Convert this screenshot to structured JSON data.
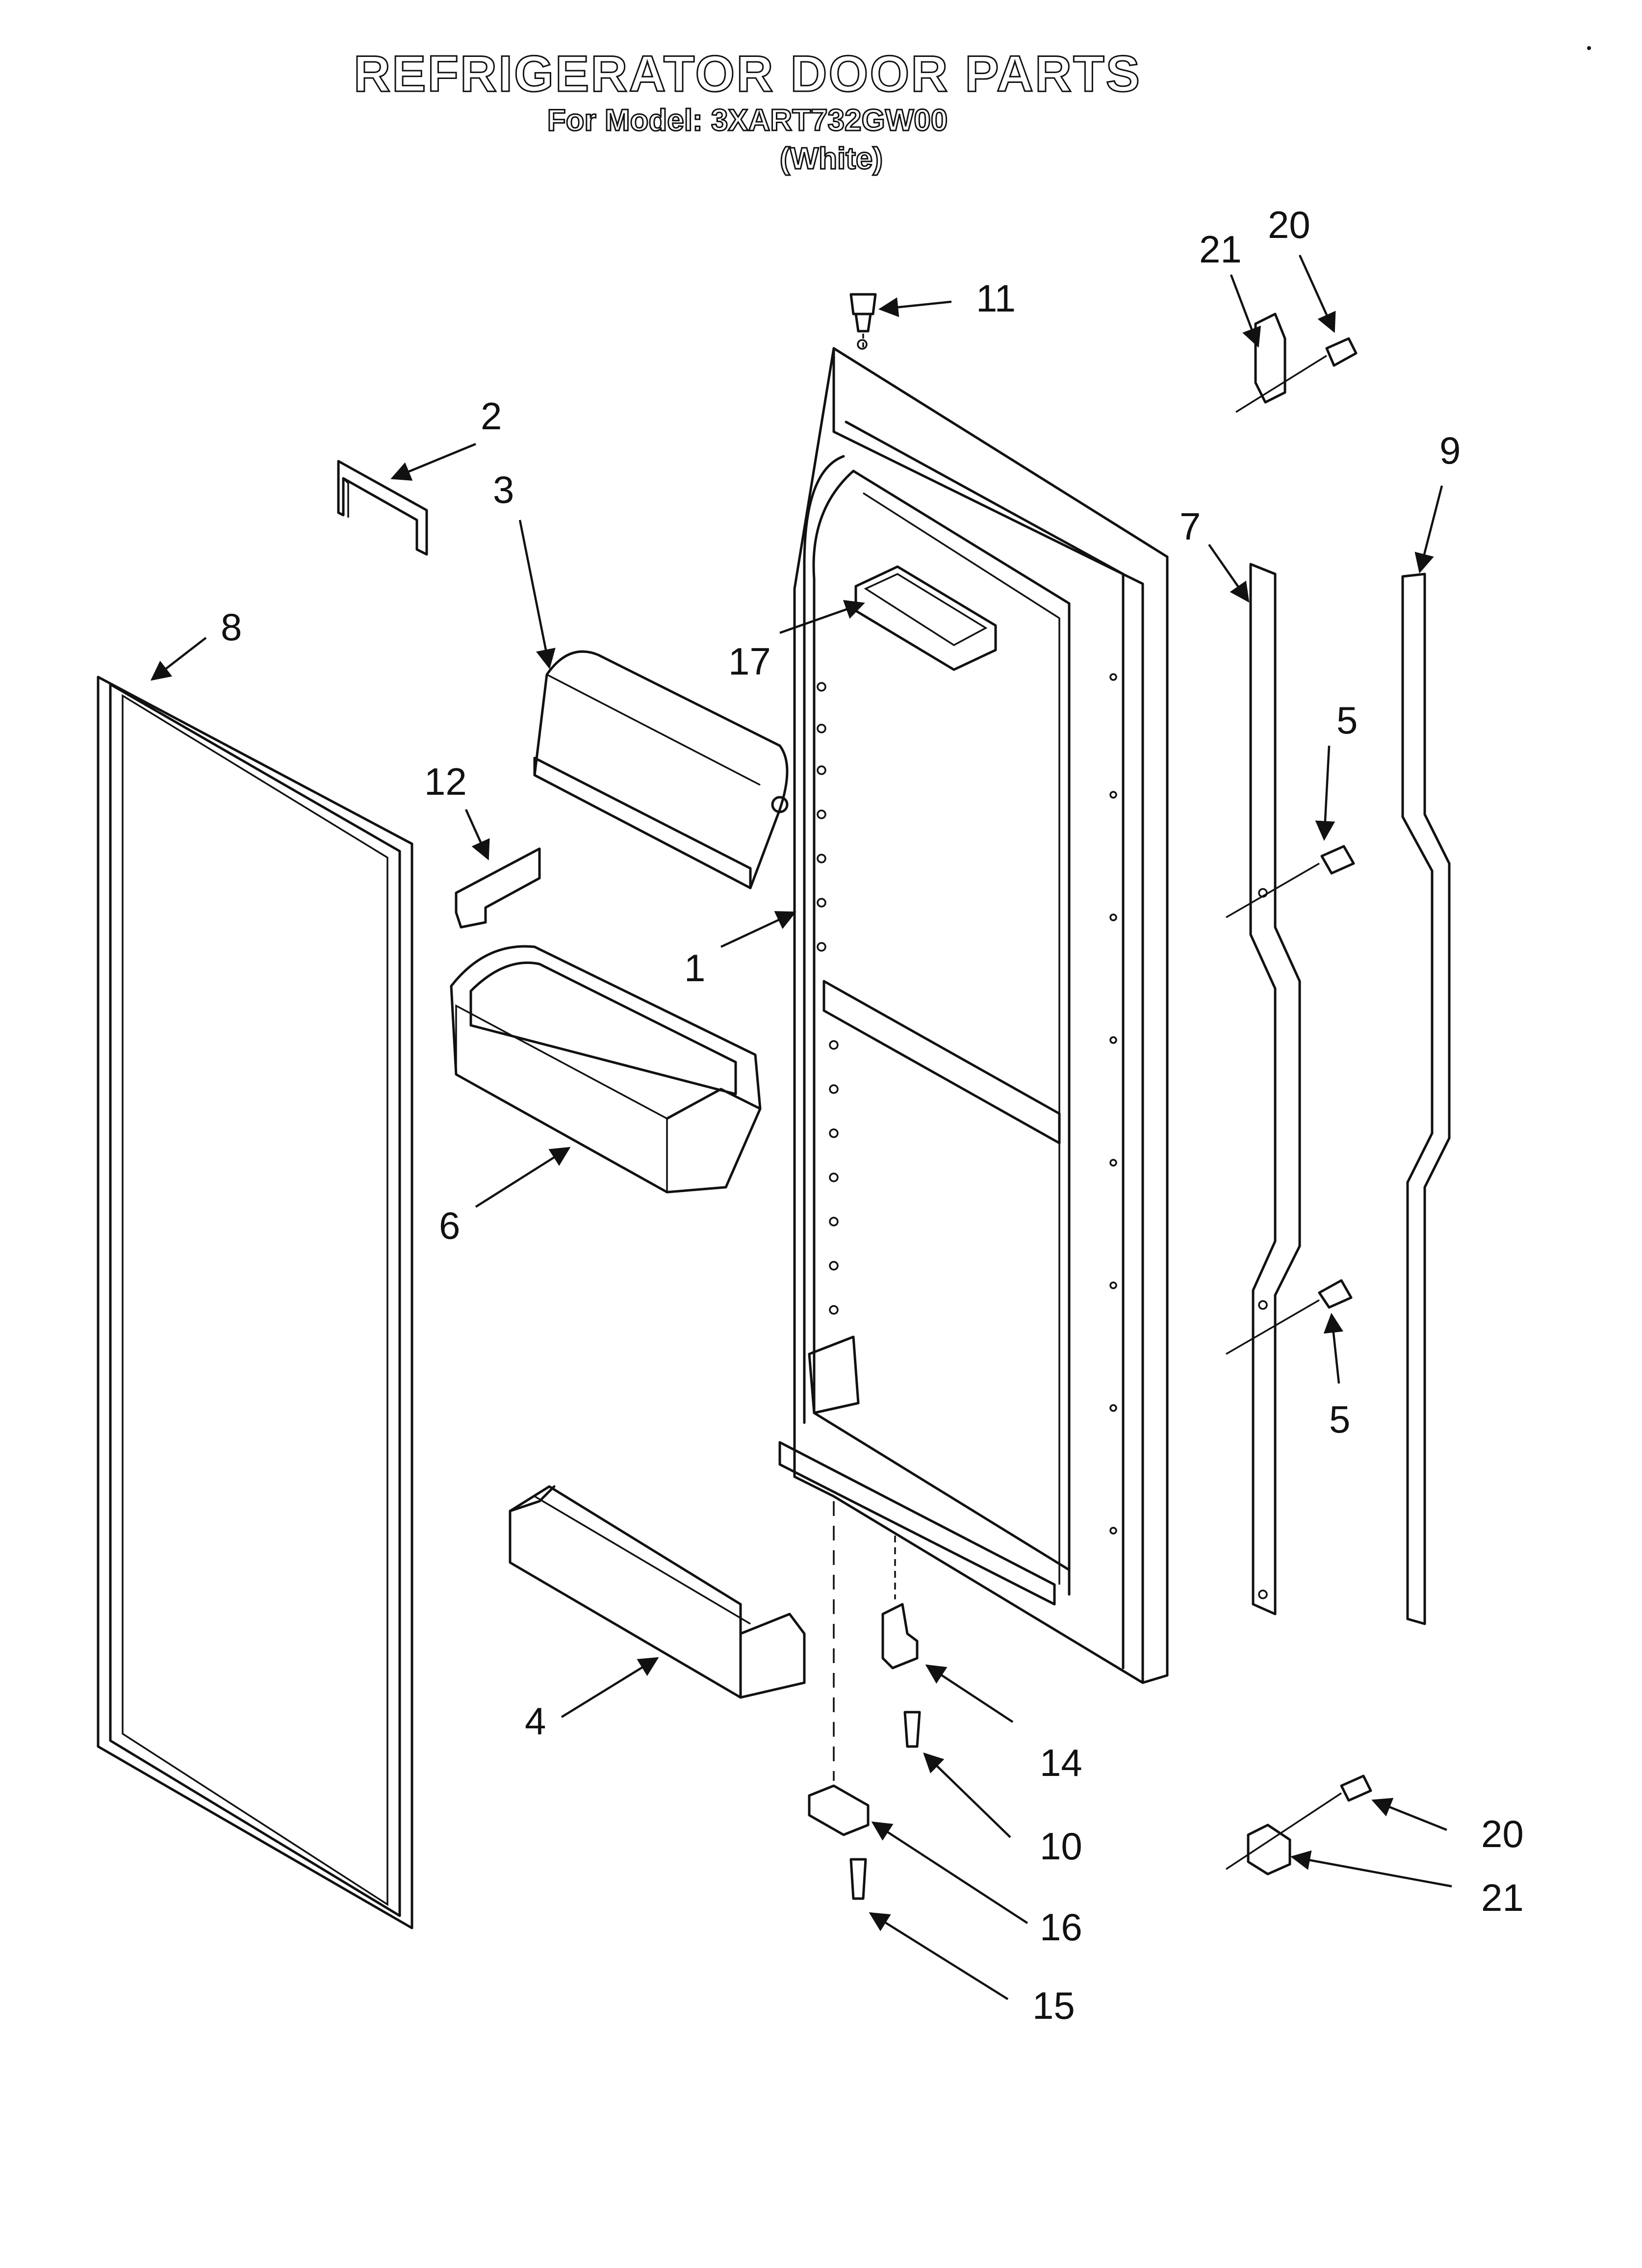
{
  "header": {
    "title": "REFRIGERATOR DOOR PARTS",
    "model_line": "For Model: 3XART732GW00",
    "color_line": "(White)"
  },
  "callouts": [
    {
      "id": "1",
      "text": "1"
    },
    {
      "id": "2",
      "text": "2"
    },
    {
      "id": "3",
      "text": "3"
    },
    {
      "id": "4",
      "text": "4"
    },
    {
      "id": "5a",
      "text": "5"
    },
    {
      "id": "5b",
      "text": "5"
    },
    {
      "id": "6",
      "text": "6"
    },
    {
      "id": "7",
      "text": "7"
    },
    {
      "id": "8",
      "text": "8"
    },
    {
      "id": "9",
      "text": "9"
    },
    {
      "id": "10",
      "text": "10"
    },
    {
      "id": "11",
      "text": "11"
    },
    {
      "id": "12",
      "text": "12"
    },
    {
      "id": "14",
      "text": "14"
    },
    {
      "id": "15",
      "text": "15"
    },
    {
      "id": "16",
      "text": "16"
    },
    {
      "id": "17",
      "text": "17"
    },
    {
      "id": "20a",
      "text": "20"
    },
    {
      "id": "20b",
      "text": "20"
    },
    {
      "id": "21a",
      "text": "21"
    },
    {
      "id": "21b",
      "text": "21"
    }
  ]
}
